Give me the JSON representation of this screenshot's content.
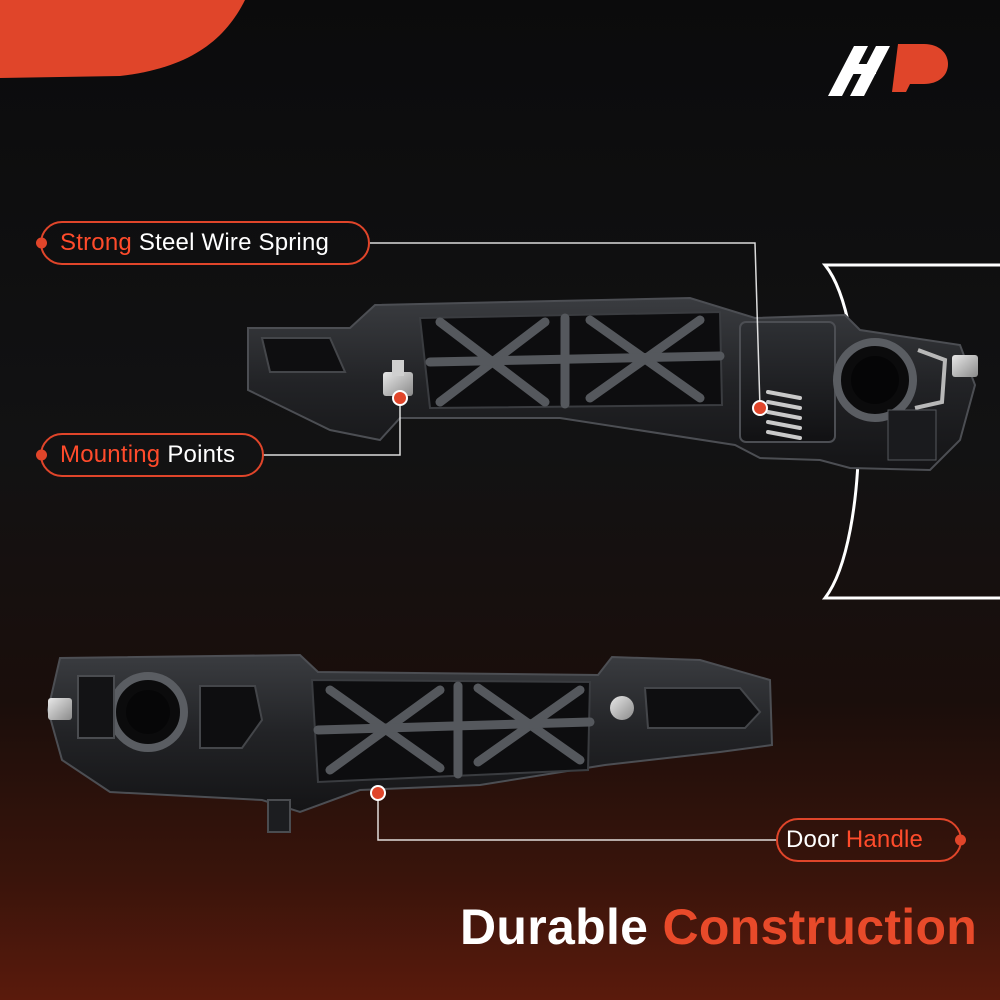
{
  "callouts": {
    "spring": {
      "highlight": "Strong",
      "rest": "Steel Wire Spring"
    },
    "mounting": {
      "highlight": "Mounting",
      "rest": "Points"
    },
    "handle": {
      "lead": "Door",
      "highlight": "Handle"
    }
  },
  "heading": {
    "word1": "Durable",
    "word2": "Construction"
  },
  "colors": {
    "accent": "#e0452a",
    "accent_text": "#ff4b2b",
    "background": "#0b0b0c",
    "text": "#ffffff"
  },
  "logo": {
    "icon": "a-premium-logo"
  }
}
